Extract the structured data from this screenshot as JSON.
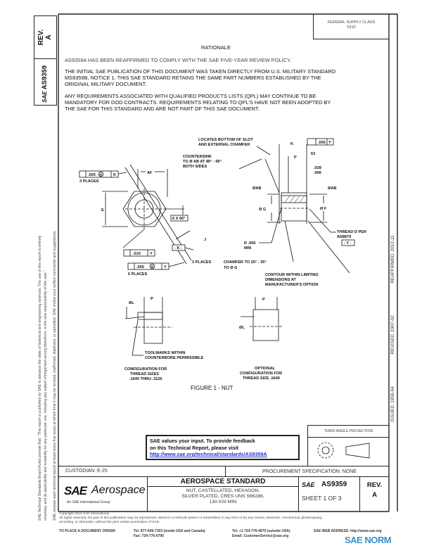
{
  "header": {
    "federal_supply_class_label": "FEDERAL SUPPLY CLASS",
    "federal_supply_class_value": "5310"
  },
  "side_strip": {
    "rev_label": "REV.",
    "rev_value": "A",
    "doc_number": "AS9359",
    "disclaimer_1": "SAE Technical Standards Board Rules provide that: \"This report is published by SAE to advance the state of technical and engineering sciences. The use of this report is entirely",
    "disclaimer_2": "voluntary, and its applicability and suitability for any particular use, including any patent infringement arising therefrom, is the sole responsibility of the user.\"",
    "disclaimer_3": "SAE reviews each technical report at least every five years at which time it may be revised, reaffirmed, stabilized, or cancelled. SAE invites your written comments and suggestions."
  },
  "right_strip": {
    "issued": "ISSUED 1959-04",
    "revised": "REVISED 2007-02",
    "reaffirmed": "REAFFIRMED 2012-11"
  },
  "rationale": {
    "title": "RATIONALE",
    "p1": "AS9359A HAS BEEN REAFFIRMED TO COMPLY WITH THE SAE FIVE-YEAR REVIEW POLICY.",
    "p2_l1": "THE INITIAL SAE PUBLICATION OF THIS DOCUMENT WAS TAKEN DIRECTLY  FROM U.S. MILITARY STANDARD",
    "p2_l2": "MS9359B,  NOTICE 1. THIS SAE STANDARD RETAINS THE SAME PART NUMBERS  ESTABLISHED BY THE",
    "p2_l3": "ORIGINAL MILITARY DOCUMENT.",
    "p3_l1": "ANY REQUIREMENTS ASSOCIATED WITH QUALIFIED PRODUCTS LISTS (QPL) MAY CONTINUE TO BE",
    "p3_l2": "MANDATORY FOR DOD CONTRACTS. REQUIREMENTS RELATING TO QPL'S HAVE NOT BEEN ADOPTED BY",
    "p3_l3": "THE SAE FOR THIS STANDARD AND ARE NOT PART OF THIS SAE DOCUMENT."
  },
  "figure": {
    "caption": "FIGURE 1 - NUT",
    "labels": {
      "fcf_1": ".005",
      "fcf_1_mod": "M",
      "fcf_1_datum": "K",
      "three_places_1": "3 PLACES",
      "af": "AF",
      "e": "E",
      "six_x_60": "6 X 60°",
      "j": "J",
      "fcf_2": ".010",
      "fcf_2_datum": "Y",
      "datum_k": "- K -",
      "three_places_2": "3 PLACES",
      "fcf_3": ".005",
      "fcf_3_mod": "M",
      "fcf_3_datum": "Y",
      "six_places": "6 PLACES",
      "locates_1": "LOCATES BOTTOM OF SLOT",
      "locates_2": "AND EXTERNAL CHAMFER",
      "countersink_1": "COUNTERSINK",
      "countersink_2": "TO Ø AB AT 85° - 95°",
      "countersink_3": "BOTH SIDES",
      "k": "K",
      "p": "P",
      "perp_value": ".005",
      "perp_datum": "Y",
      "finish": "63",
      "dim_028": ".028",
      "dim_006": ".006",
      "ab_left": "ØAB",
      "ab_right": "ØAB",
      "g": "Ø G",
      "f": "Ø F",
      "radius_1": "R .005",
      "radius_2": "MIN",
      "thread_1": "THREAD  D PER",
      "thread_2": "AS8879",
      "datum_y": "- Y -",
      "chamfer_1": "CHAMFER TO 25° - 35°",
      "chamfer_2": "TO Ø G",
      "contour_1": "CONTOUR WITHIN LIMITING",
      "contour_2": "DIMENSIONS AT",
      "contour_3": "MANUFACTURER'S OPTION",
      "l_left": "ØL",
      "p_left": "P",
      "l_right": "ØL",
      "p_right": "P",
      "toolmarks_1": "TOOLMARKS WITHIN",
      "toolmarks_2": "COUNTERBORE PERMISSIBLE",
      "config_1": "CONFIGURATION FOR",
      "config_2": "THREAD SIZES",
      "config_3": ".1640 THRU .3125",
      "opt_1": "OPTIONAL",
      "opt_2": "CONFIGURATION FOR",
      "opt_3": "THREAD SIZE .1640"
    }
  },
  "feedback": {
    "line1": "SAE values your input. To provide feedback",
    "line2": "on this Technical Report, please visit",
    "link": "http://www.sae.org/technical/standards/AS9359A"
  },
  "projection": {
    "label": "THIRD ANGLE PROJECTION"
  },
  "title_block": {
    "custodian": "CUSTODIAN: E-25",
    "procurement": "PROCUREMENT SPECIFICATION: NONE",
    "logo_sae": "SAE",
    "logo_aerospace": "Aerospace",
    "logo_sub": "An SAE International Group",
    "standard_type": "AEROSPACE STANDARD",
    "desc_1": "NUT, CASTELLATED, HEXAGON,",
    "desc_2": "SILVER PLATED, CRES UNS S66286,",
    "desc_3": "130 KSI MIN",
    "doc_sae": "SAE",
    "doc_number": "AS9359",
    "sheet": "SHEET 1 OF 3",
    "rev_label": "REV.",
    "rev_value": "A"
  },
  "footer": {
    "copyright": "Copyright 2012 SAE International",
    "rights_1": "All rights reserved. No part of this publication may be reproduced, stored in a retrieval system or transmitted, in any form or by any means, electronic, mechanical, photocopying,",
    "rights_2": "recording, or otherwise, without the prior written permission of SAE.",
    "order_label": "TO PLACE A DOCUMENT ORDER:",
    "tel_inside": "Tel: 877-606-7323 (inside USA and Canada)",
    "fax": "Fax: 724-776-0790",
    "tel_outside": "Tel: +1 724-776-4970 (outside USA)",
    "email": "Email: CustomerService@sae.org",
    "web": "SAE WEB ADDRESS: http://www.sae.org"
  },
  "watermark": {
    "text": "SAE NORM"
  },
  "colors": {
    "link": "#1a2fd6",
    "watermark": "#3a8fd0"
  }
}
